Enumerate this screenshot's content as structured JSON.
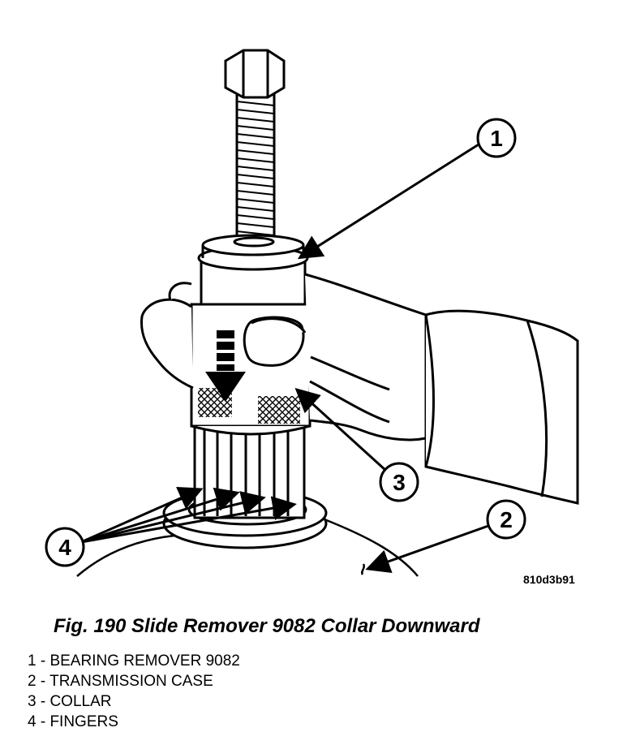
{
  "figure": {
    "code": "810d3b91",
    "caption": "Fig. 190 Slide Remover 9082 Collar Downward",
    "callouts": [
      "1",
      "2",
      "3",
      "4"
    ]
  },
  "legend": [
    "1 - BEARING REMOVER 9082",
    "2 - TRANSMISSION CASE",
    "3 - COLLAR",
    "4 - FINGERS"
  ]
}
